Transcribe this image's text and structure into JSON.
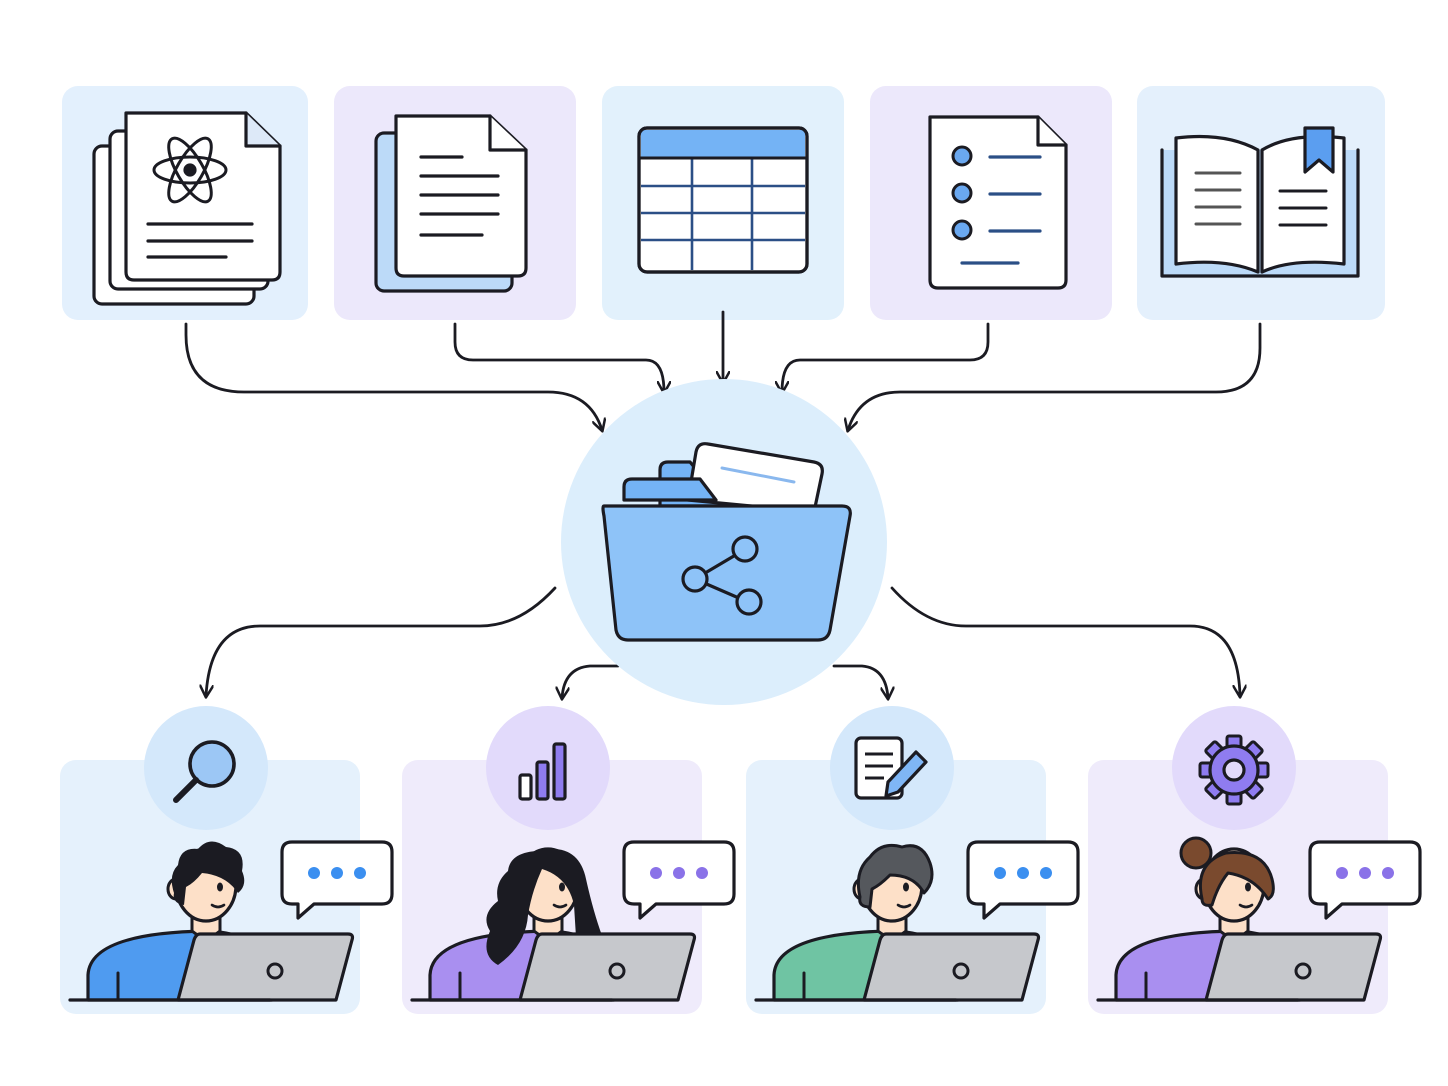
{
  "diagram": {
    "sources": [
      {
        "id": "research-papers",
        "icon": "atom-document-stack-icon",
        "tile_color": "#e3f0fd"
      },
      {
        "id": "text-documents",
        "icon": "document-stack-icon",
        "tile_color": "#ece8fb"
      },
      {
        "id": "spreadsheet",
        "icon": "table-icon",
        "tile_color": "#e2f1fc"
      },
      {
        "id": "checklist",
        "icon": "checklist-document-icon",
        "tile_color": "#ece8fb"
      },
      {
        "id": "manual",
        "icon": "open-book-bookmark-icon",
        "tile_color": "#e4f0fc"
      }
    ],
    "hub": {
      "icon": "shared-folder-icon",
      "circle_color": "#dceefc",
      "folder_color": "#8ec3f8"
    },
    "users": [
      {
        "id": "researcher",
        "task_icon": "magnifier-icon",
        "shirt_color": "#4f9bf0",
        "dot_color": "#3b8ff0",
        "panel_color": "#e5f1fc",
        "badge_color": "#d4e8fb"
      },
      {
        "id": "analyst",
        "task_icon": "bar-chart-icon",
        "shirt_color": "#a98ff0",
        "dot_color": "#8a72e8",
        "panel_color": "#efebfb",
        "badge_color": "#e2dafb"
      },
      {
        "id": "writer",
        "task_icon": "document-edit-icon",
        "shirt_color": "#6fc4a3",
        "dot_color": "#3b8ff0",
        "panel_color": "#e5f1fc",
        "badge_color": "#d4e8fb"
      },
      {
        "id": "operator",
        "task_icon": "gear-icon",
        "shirt_color": "#a98ff0",
        "dot_color": "#8a72e8",
        "panel_color": "#efebfb",
        "badge_color": "#e2dafb"
      }
    ],
    "colors": {
      "stroke": "#1b1b22",
      "accent_blue": "#5b9ef0",
      "line_blue": "#2b4f86"
    }
  }
}
